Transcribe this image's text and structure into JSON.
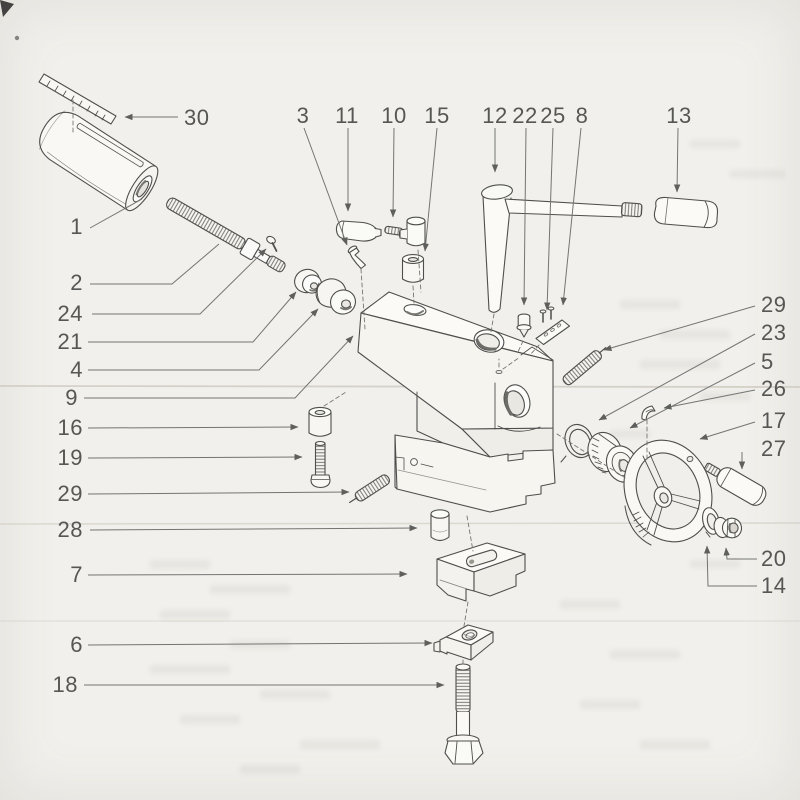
{
  "document": {
    "type": "scanned exploded-parts diagram",
    "subject": "machine tool tailstock assembly, exploded isometric view",
    "paper_color": "#f1f0ec",
    "ink_color": "#4e4e4c",
    "label_color": "#565654"
  },
  "part_labels": {
    "p30": "30",
    "p1": "1",
    "p2": "2",
    "p24": "24",
    "p21": "21",
    "p4": "4",
    "p9": "9",
    "p16": "16",
    "p19": "19",
    "p29L": "29",
    "p28": "28",
    "p7": "7",
    "p6": "6",
    "p18": "18",
    "p3": "3",
    "p11": "11",
    "p10": "10",
    "p15": "15",
    "p12": "12",
    "p22": "22",
    "p25": "25",
    "p8": "8",
    "p13": "13",
    "p29R": "29",
    "p23": "23",
    "p5": "5",
    "p26": "26",
    "p17": "17",
    "p27": "27",
    "p20": "20",
    "p14": "14"
  }
}
